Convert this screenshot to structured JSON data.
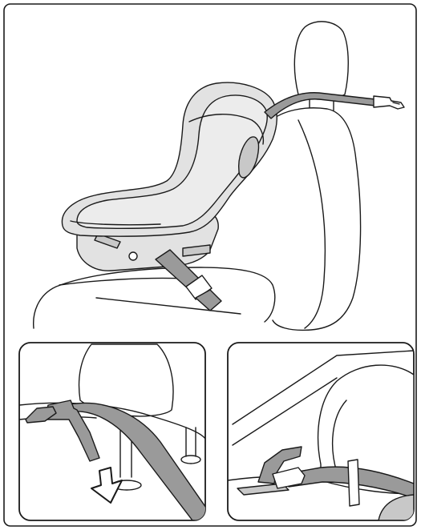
{
  "figure": {
    "panels": [
      {
        "id": "main",
        "subject": "child-seat-installed-with-top-tether"
      },
      {
        "id": "inset-left",
        "subject": "tether-routed-behind-headrest"
      },
      {
        "id": "inset-right",
        "subject": "tether-anchor-connection"
      }
    ],
    "colors": {
      "line": "#1a1a1a",
      "strap": "#9a9a9a",
      "seat_shell": "#e2e2e2",
      "seat_shadow": "#c8c8c8",
      "background": "#ffffff"
    },
    "icons": [
      "down-arrow-icon",
      "tether-hook-icon",
      "anchor-bracket-icon",
      "buckle-icon"
    ]
  }
}
